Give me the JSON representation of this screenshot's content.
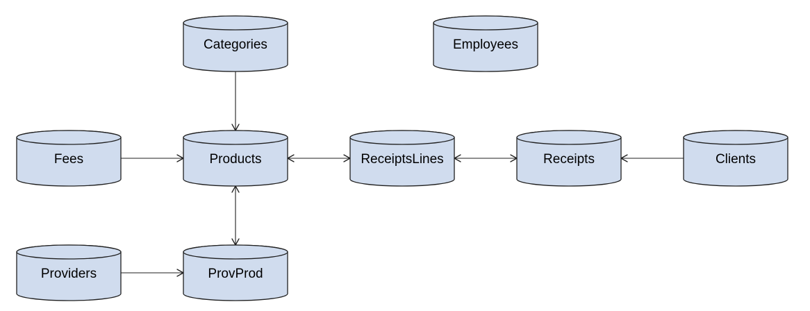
{
  "tables": [
    {
      "id": "categories",
      "label": "Categories"
    },
    {
      "id": "employees",
      "label": "Employees"
    },
    {
      "id": "fees",
      "label": "Fees"
    },
    {
      "id": "products",
      "label": "Products"
    },
    {
      "id": "receiptslines",
      "label": "ReceiptsLines"
    },
    {
      "id": "receipts",
      "label": "Receipts"
    },
    {
      "id": "clients",
      "label": "Clients"
    },
    {
      "id": "providers",
      "label": "Providers"
    },
    {
      "id": "provprod",
      "label": "ProvProd"
    }
  ],
  "relations": [
    {
      "from": "categories",
      "to": "products",
      "direction": "forward"
    },
    {
      "from": "fees",
      "to": "products",
      "direction": "forward"
    },
    {
      "from": "products",
      "to": "receiptslines",
      "direction": "both"
    },
    {
      "from": "receiptslines",
      "to": "receipts",
      "direction": "both"
    },
    {
      "from": "clients",
      "to": "receipts",
      "direction": "forward"
    },
    {
      "from": "products",
      "to": "provprod",
      "direction": "both"
    },
    {
      "from": "providers",
      "to": "provprod",
      "direction": "forward"
    }
  ],
  "colors": {
    "cylinder_fill": "#d0dcee",
    "stroke": "#1f1f1f",
    "background": "#ffffff"
  }
}
